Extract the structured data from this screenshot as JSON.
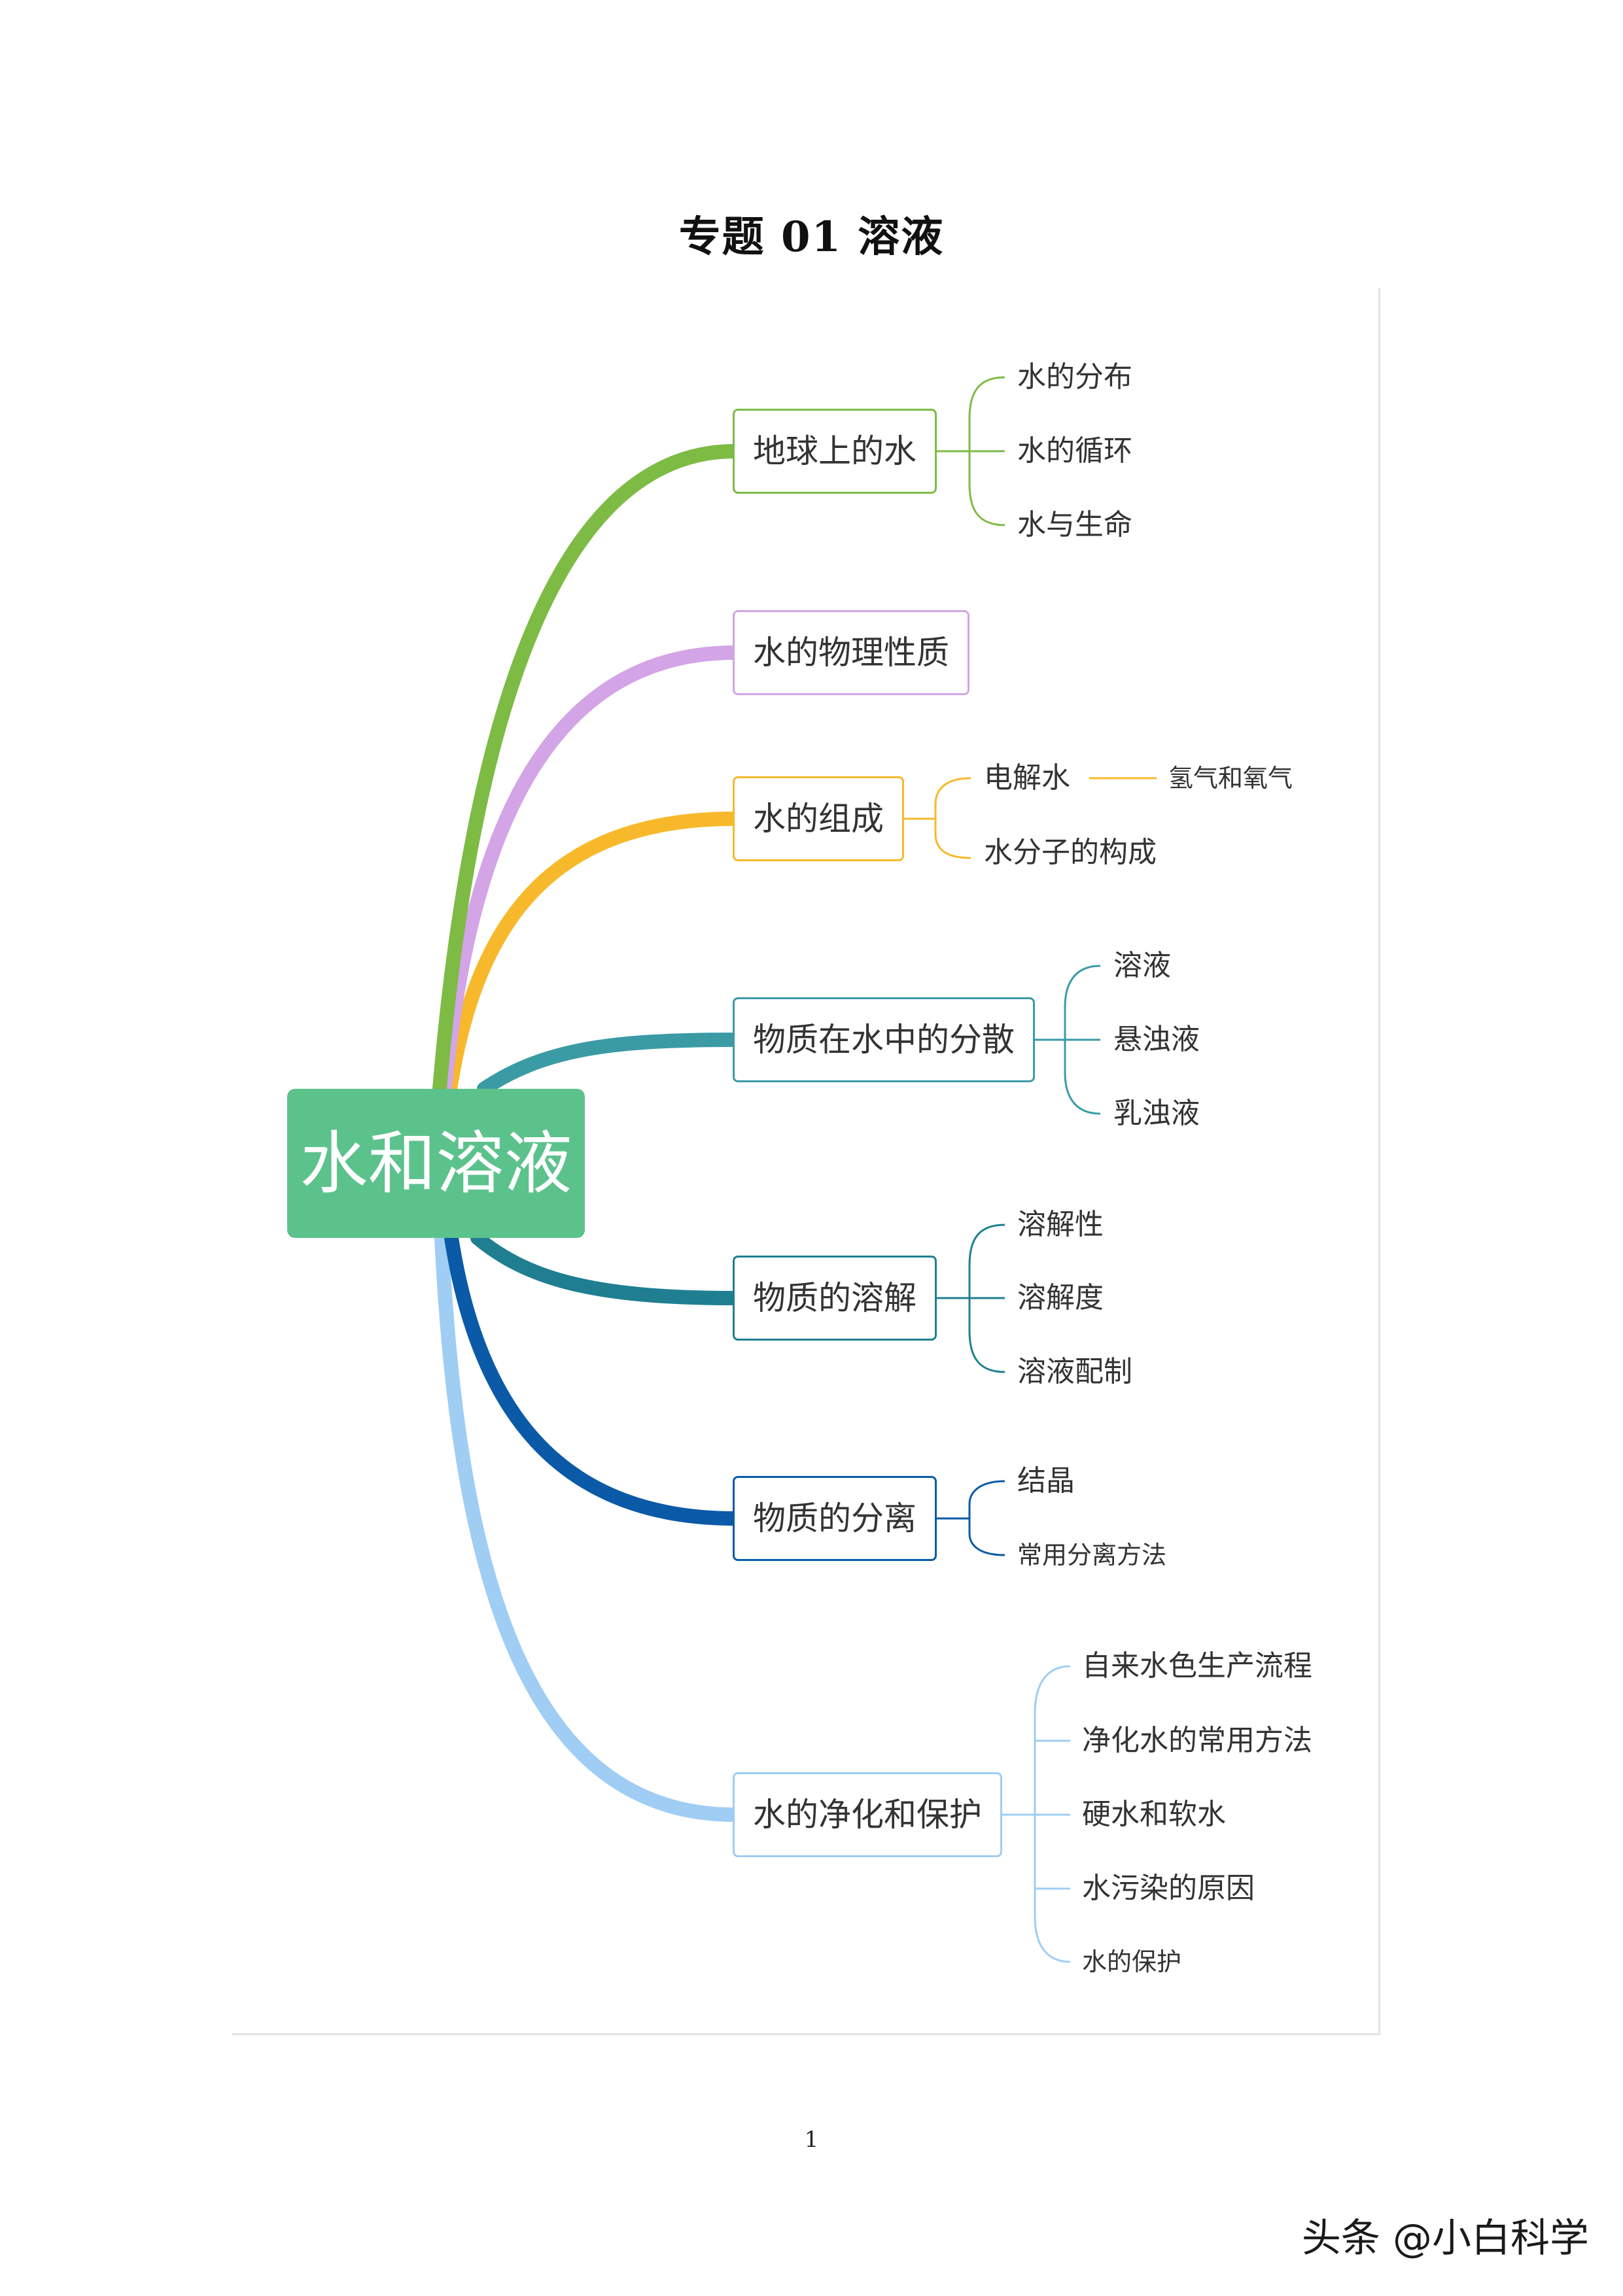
{
  "title": "专题 01 溶液",
  "root": {
    "label": "水和溶液",
    "color": "#5cc28c"
  },
  "branches": [
    {
      "label": "地球上的水",
      "color": "#7dbb45",
      "children": [
        "水的分布",
        "水的循环",
        "水与生命"
      ]
    },
    {
      "label": "水的物理性质",
      "color": "#d3a4e6",
      "children": []
    },
    {
      "label": "水的组成",
      "color": "#f7b92b",
      "children": [
        "电解水",
        "水分子的构成"
      ],
      "sub": {
        "label": "氢气和氧气"
      }
    },
    {
      "label": "物质在水中的分散",
      "color": "#3a9ba5",
      "children": [
        "溶液",
        "悬浊液",
        "乳浊液"
      ]
    },
    {
      "label": "物质的溶解",
      "color": "#1f7f91",
      "children": [
        "溶解性",
        "溶解度",
        "溶液配制"
      ]
    },
    {
      "label": "物质的分离",
      "color": "#0a5aa7",
      "children": [
        "结晶",
        "常用分离方法"
      ]
    },
    {
      "label": "水的净化和保护",
      "color": "#9fcdf4",
      "children": [
        "自来水色生产流程",
        "净化水的常用方法",
        "硬水和软水",
        "水污染的原因",
        "水的保护"
      ]
    }
  ],
  "page_number": "1",
  "watermark": "头条 @小白科学"
}
